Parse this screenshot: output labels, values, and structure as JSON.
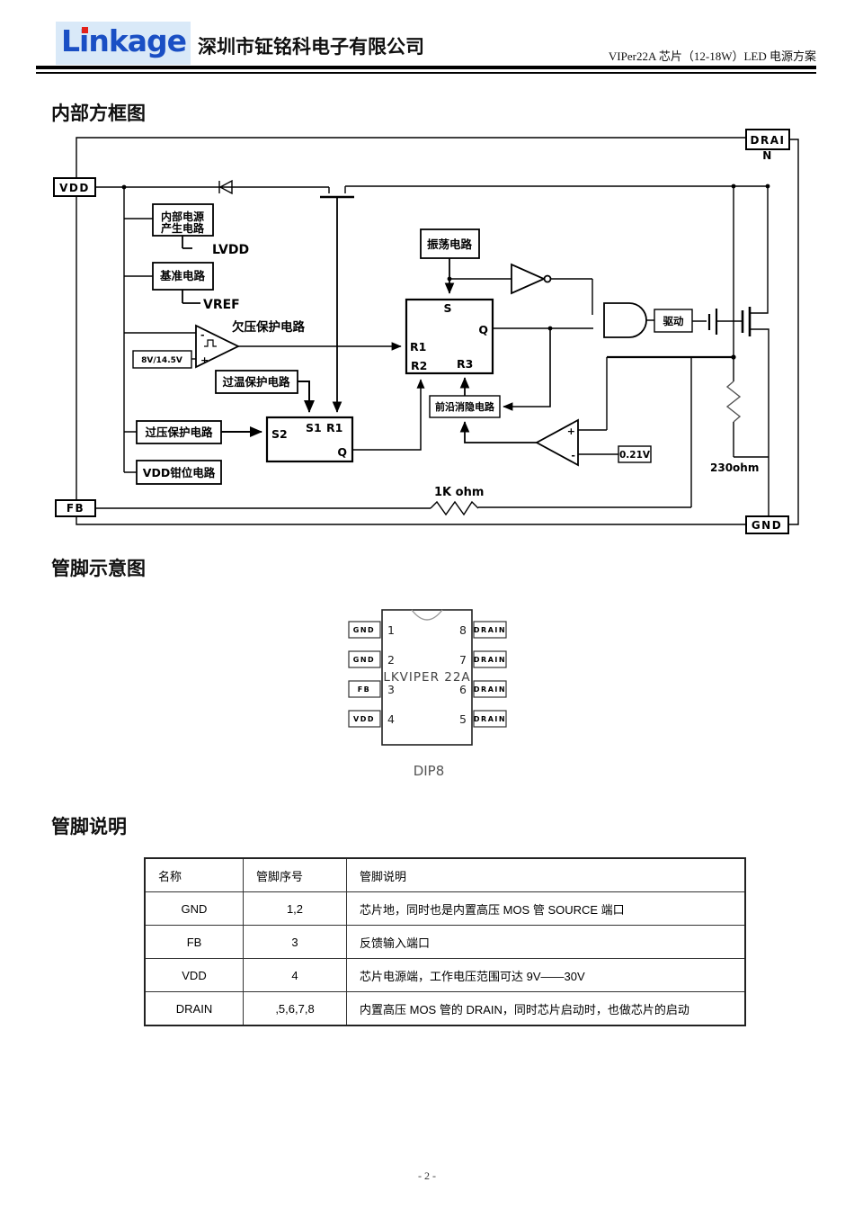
{
  "header": {
    "logo_text": "Linkage",
    "company_name": "深圳市钲铭科电子有限公司",
    "doc_title": "VIPer22A 芯片（12-18W）LED 电源方案"
  },
  "sections": {
    "block_diagram": "内部方框图",
    "pinout": "管脚示意图",
    "pin_desc": "管脚说明"
  },
  "diagram": {
    "pads": {
      "vdd": "VDD",
      "fb": "FB",
      "gnd": "GND",
      "drain_line1": "DRAI",
      "drain_line2": "N"
    },
    "blocks": {
      "internal_supply_l1": "内部电源",
      "internal_supply_l2": "产生电路",
      "reference": "基准电路",
      "lvdd": "LVDD",
      "vref": "VREF",
      "uvlo_label": "欠压保护电路",
      "uvlo_threshold": "8V/14.5V",
      "otp": "过温保护电路",
      "ovp": "过压保护电路",
      "vdd_clamp": "VDD钳位电路",
      "oscillator": "振荡电路",
      "blanking": "前沿消隐电路",
      "drive": "驱动",
      "current_ref": "0.21V",
      "sense_res": "230ohm",
      "fb_res": "1K ohm"
    },
    "latch_main": {
      "s": "S",
      "q": "Q",
      "r1": "R1",
      "r2": "R2",
      "r3": "R3"
    },
    "latch_aux": {
      "s2": "S2",
      "s1": "S1",
      "r1": "R1",
      "q": "Q"
    },
    "symbols": {
      "plus": "+",
      "minus": "-"
    }
  },
  "pinout": {
    "chip_label": "LKVIPER 22A",
    "package": "DIP8",
    "left_pins": [
      {
        "num": "1",
        "name": "GND"
      },
      {
        "num": "2",
        "name": "GND"
      },
      {
        "num": "3",
        "name": "FB"
      },
      {
        "num": "4",
        "name": "VDD"
      }
    ],
    "right_pins": [
      {
        "num": "8",
        "name": "DRAIN"
      },
      {
        "num": "7",
        "name": "DRAIN"
      },
      {
        "num": "6",
        "name": "DRAIN"
      },
      {
        "num": "5",
        "name": "DRAIN"
      }
    ]
  },
  "pin_table": {
    "headers": [
      "名称",
      "管脚序号",
      "管脚说明"
    ],
    "rows": [
      [
        "GND",
        "1,2",
        "芯片地，同时也是内置高压 MOS 管 SOURCE 端口"
      ],
      [
        "FB",
        "3",
        "反馈输入端口"
      ],
      [
        "VDD",
        "4",
        "芯片电源端，工作电压范围可达 9V——30V"
      ],
      [
        "DRAIN",
        ",5,6,7,8",
        "内置高压 MOS 管的 DRAIN，同时芯片启动时，也做芯片的启动"
      ]
    ]
  },
  "footer": {
    "page_number": "- 2 -"
  },
  "colors": {
    "logo_blue": "#1a4fc4",
    "logo_bg": "#d9e9f8",
    "logo_dot_red": "#e32119"
  }
}
